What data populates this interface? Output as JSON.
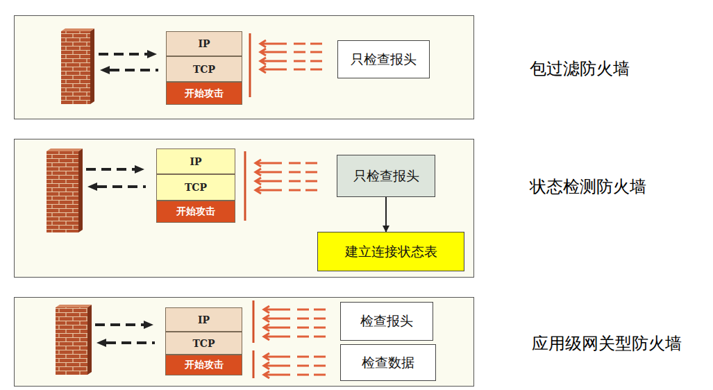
{
  "diagram": {
    "nodes": [
      {
        "text": [
          "包过滤防火墙"
        ]
      },
      {
        "text": [
          "IP"
        ],
        "in": 0
      },
      {
        "text": [
          "TCP"
        ],
        "in": 0
      },
      {
        "text": [
          "开始攻击"
        ],
        "in": 0
      },
      {
        "text": [
          "只检查报头"
        ],
        "in": 0
      },
      {
        "text": [
          "状态检测防火墙"
        ]
      },
      {
        "text": [
          "IP"
        ],
        "in": 5
      },
      {
        "text": [
          "TCP"
        ],
        "in": 5
      },
      {
        "text": [
          "开始攻击"
        ],
        "in": 5
      },
      {
        "text": [
          "只检查报头"
        ],
        "in": 5
      },
      {
        "text": [
          "建立连接状态表"
        ],
        "in": 5
      },
      {
        "text": [
          "应用级网关型防火墙"
        ]
      },
      {
        "text": [
          "IP"
        ],
        "in": 11
      },
      {
        "text": [
          "TCP"
        ],
        "in": 11
      },
      {
        "text": [
          "开始攻击"
        ],
        "in": 11
      },
      {
        "text": [
          "检查报头"
        ],
        "in": 11
      },
      {
        "text": [
          "检查数据"
        ],
        "in": 11
      }
    ],
    "edges": [
      {
        "from": 9,
        "to": 10,
        "arrow": "to"
      }
    ]
  }
}
